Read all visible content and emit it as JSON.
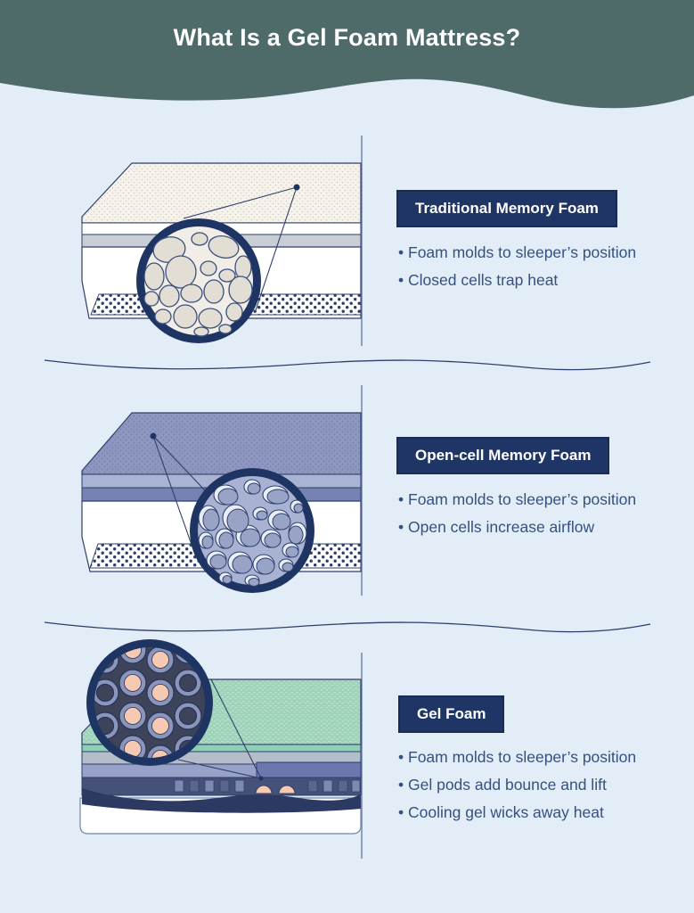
{
  "header": {
    "title": "What Is a Gel Foam Mattress?"
  },
  "sections": [
    {
      "id": "traditional-memory-foam",
      "badge": "Traditional Memory Foam",
      "bullets": [
        "Foam molds to sleeper’s position",
        "Closed cells trap heat"
      ]
    },
    {
      "id": "open-cell-memory-foam",
      "badge": "Open-cell Memory Foam",
      "bullets": [
        "Foam molds to sleeper’s position",
        "Open cells increase airflow"
      ]
    },
    {
      "id": "gel-foam",
      "badge": "Gel Foam",
      "bullets": [
        "Foam molds to sleeper’s position",
        "Gel pods add bounce and lift",
        "Cooling gel wicks away heat"
      ]
    }
  ],
  "colors": {
    "header_bg": "#4e6b69",
    "page_bg": "#e3edf8",
    "badge_bg": "#1f3566",
    "badge_text": "#ffffff",
    "bullet_text": "#35517f",
    "navy_outline": "#2e3f6b",
    "magnifier_ring": "#1e3462",
    "cream_foam": "#f2eee7",
    "periwinkle_foam": "#a9b2d3",
    "gel_pod_peach": "#f6c9b2",
    "mint_top": "#9ed3b9"
  }
}
